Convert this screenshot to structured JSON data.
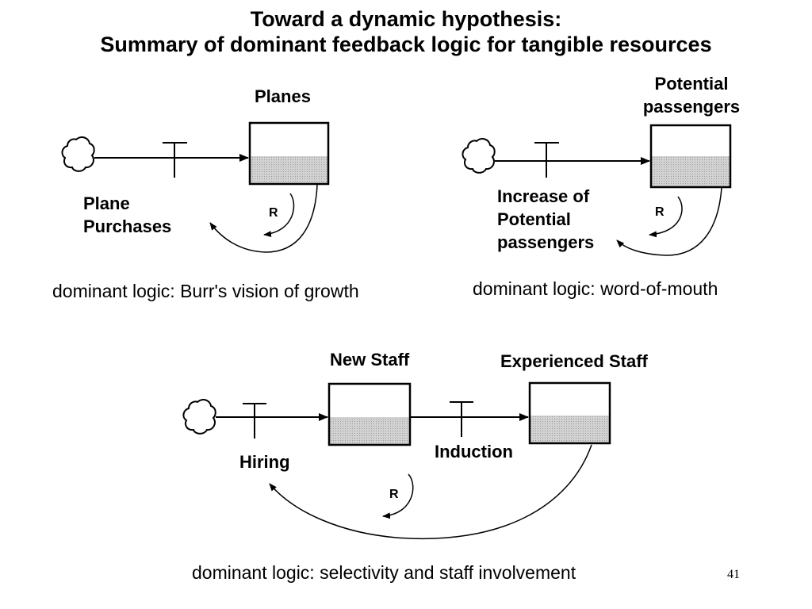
{
  "slide": {
    "title_line1": "Toward a dynamic hypothesis:",
    "title_line2": "Summary of dominant feedback logic for tangible resources",
    "page_number": "41"
  },
  "diagram_planes": {
    "stock_label": "Planes",
    "flow_label_line1": "Plane",
    "flow_label_line2": "Purchases",
    "loop_label": "R",
    "caption": "dominant logic:  Burr's vision of growth"
  },
  "diagram_passengers": {
    "stock_label_line1": "Potential",
    "stock_label_line2": "passengers",
    "flow_label_line1": "Increase of",
    "flow_label_line2": "Potential",
    "flow_label_line3": "passengers",
    "loop_label": "R",
    "caption": "dominant logic:  word-of-mouth"
  },
  "diagram_staff": {
    "stock1_label": "New Staff",
    "stock2_label": "Experienced Staff",
    "inflow_label": "Hiring",
    "transfer_label": "Induction",
    "loop_label": "R",
    "caption": "dominant logic: selectivity and staff involvement"
  },
  "colors": {
    "stock_fill": "#c8c8c8",
    "line": "#000000"
  }
}
